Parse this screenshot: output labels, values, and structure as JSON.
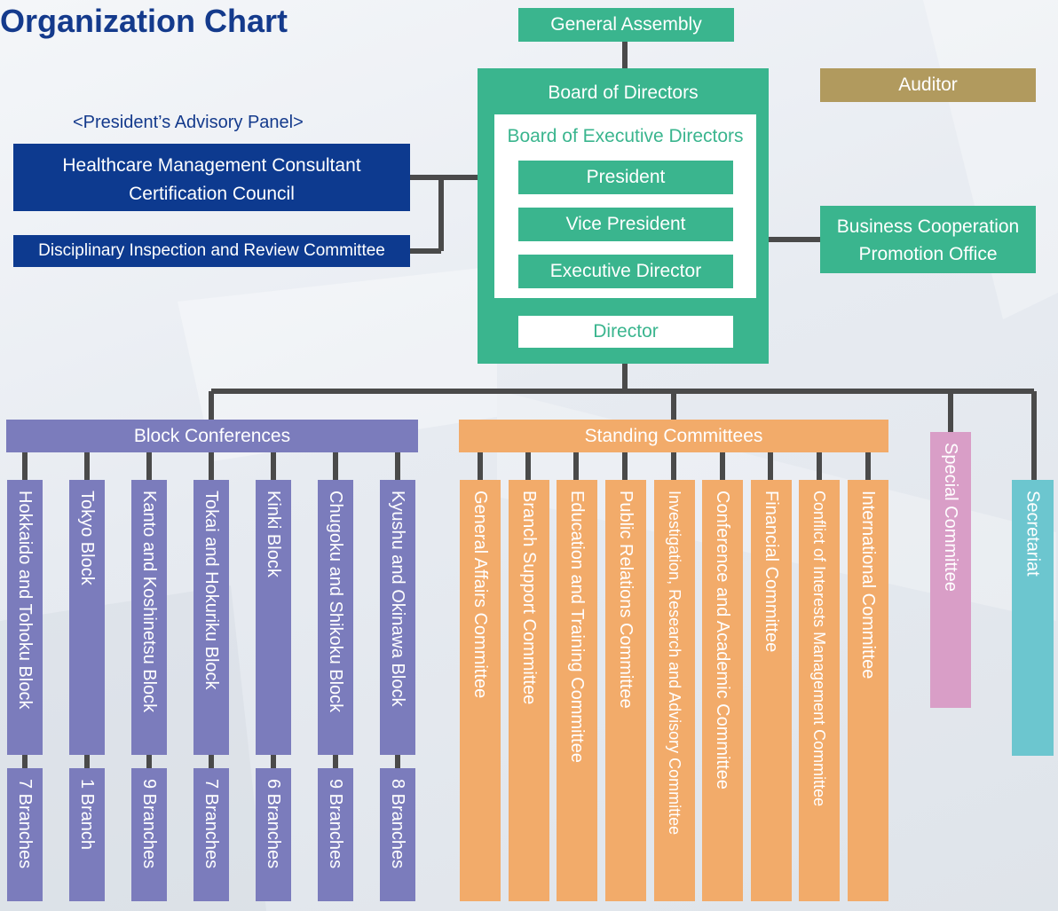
{
  "title": "Organization Chart",
  "general_assembly": "General Assembly",
  "auditor": "Auditor",
  "board": {
    "title": "Board of Directors",
    "executive_title": "Board of Executive Directors",
    "president": "President",
    "vice_president": "Vice President",
    "executive_director": "Executive Director",
    "director": "Director"
  },
  "advisory": {
    "heading": "<President’s Advisory Panel>",
    "council_line1": "Healthcare Management Consultant",
    "council_line2": "Certification Council",
    "committee": "Disciplinary Inspection and Review Committee"
  },
  "business_office": {
    "line1": "Business Cooperation",
    "line2": "Promotion Office"
  },
  "block_conferences": {
    "title": "Block Conferences",
    "items": [
      {
        "name": "Hokkaido and Tohoku Block",
        "branches": "7 Branches"
      },
      {
        "name": "Tokyo Block",
        "branches": "1 Branch"
      },
      {
        "name": "Kanto and Koshinetsu Block",
        "branches": "9 Branches"
      },
      {
        "name": "Tokai and Hokuriku Block",
        "branches": "7 Branches"
      },
      {
        "name": "Kinki Block",
        "branches": "6 Branches"
      },
      {
        "name": "Chugoku and Shikoku Block",
        "branches": "9 Branches"
      },
      {
        "name": "Kyushu and Okinawa Block",
        "branches": "8 Branches"
      }
    ]
  },
  "standing_committees": {
    "title": "Standing Committees",
    "items": [
      "General Affairs Committee",
      "Branch Support Committee",
      "Education and Training Committee",
      "Public Relations Committee",
      "Investigation, Research and Advisory Committee",
      "Conference and Academic Committee",
      "Financial Committee",
      "Conflict of Interests Management Committee",
      "International Committee"
    ]
  },
  "special_committee": "Special Committee",
  "secretariat": "Secretariat",
  "colors": {
    "green": "#3ab58e",
    "navy": "#0d3a8f",
    "purple": "#7b7cbc",
    "orange": "#f2ab6a",
    "gold": "#b19a5e",
    "pink": "#d99ec7",
    "teal": "#6cc6cf"
  }
}
